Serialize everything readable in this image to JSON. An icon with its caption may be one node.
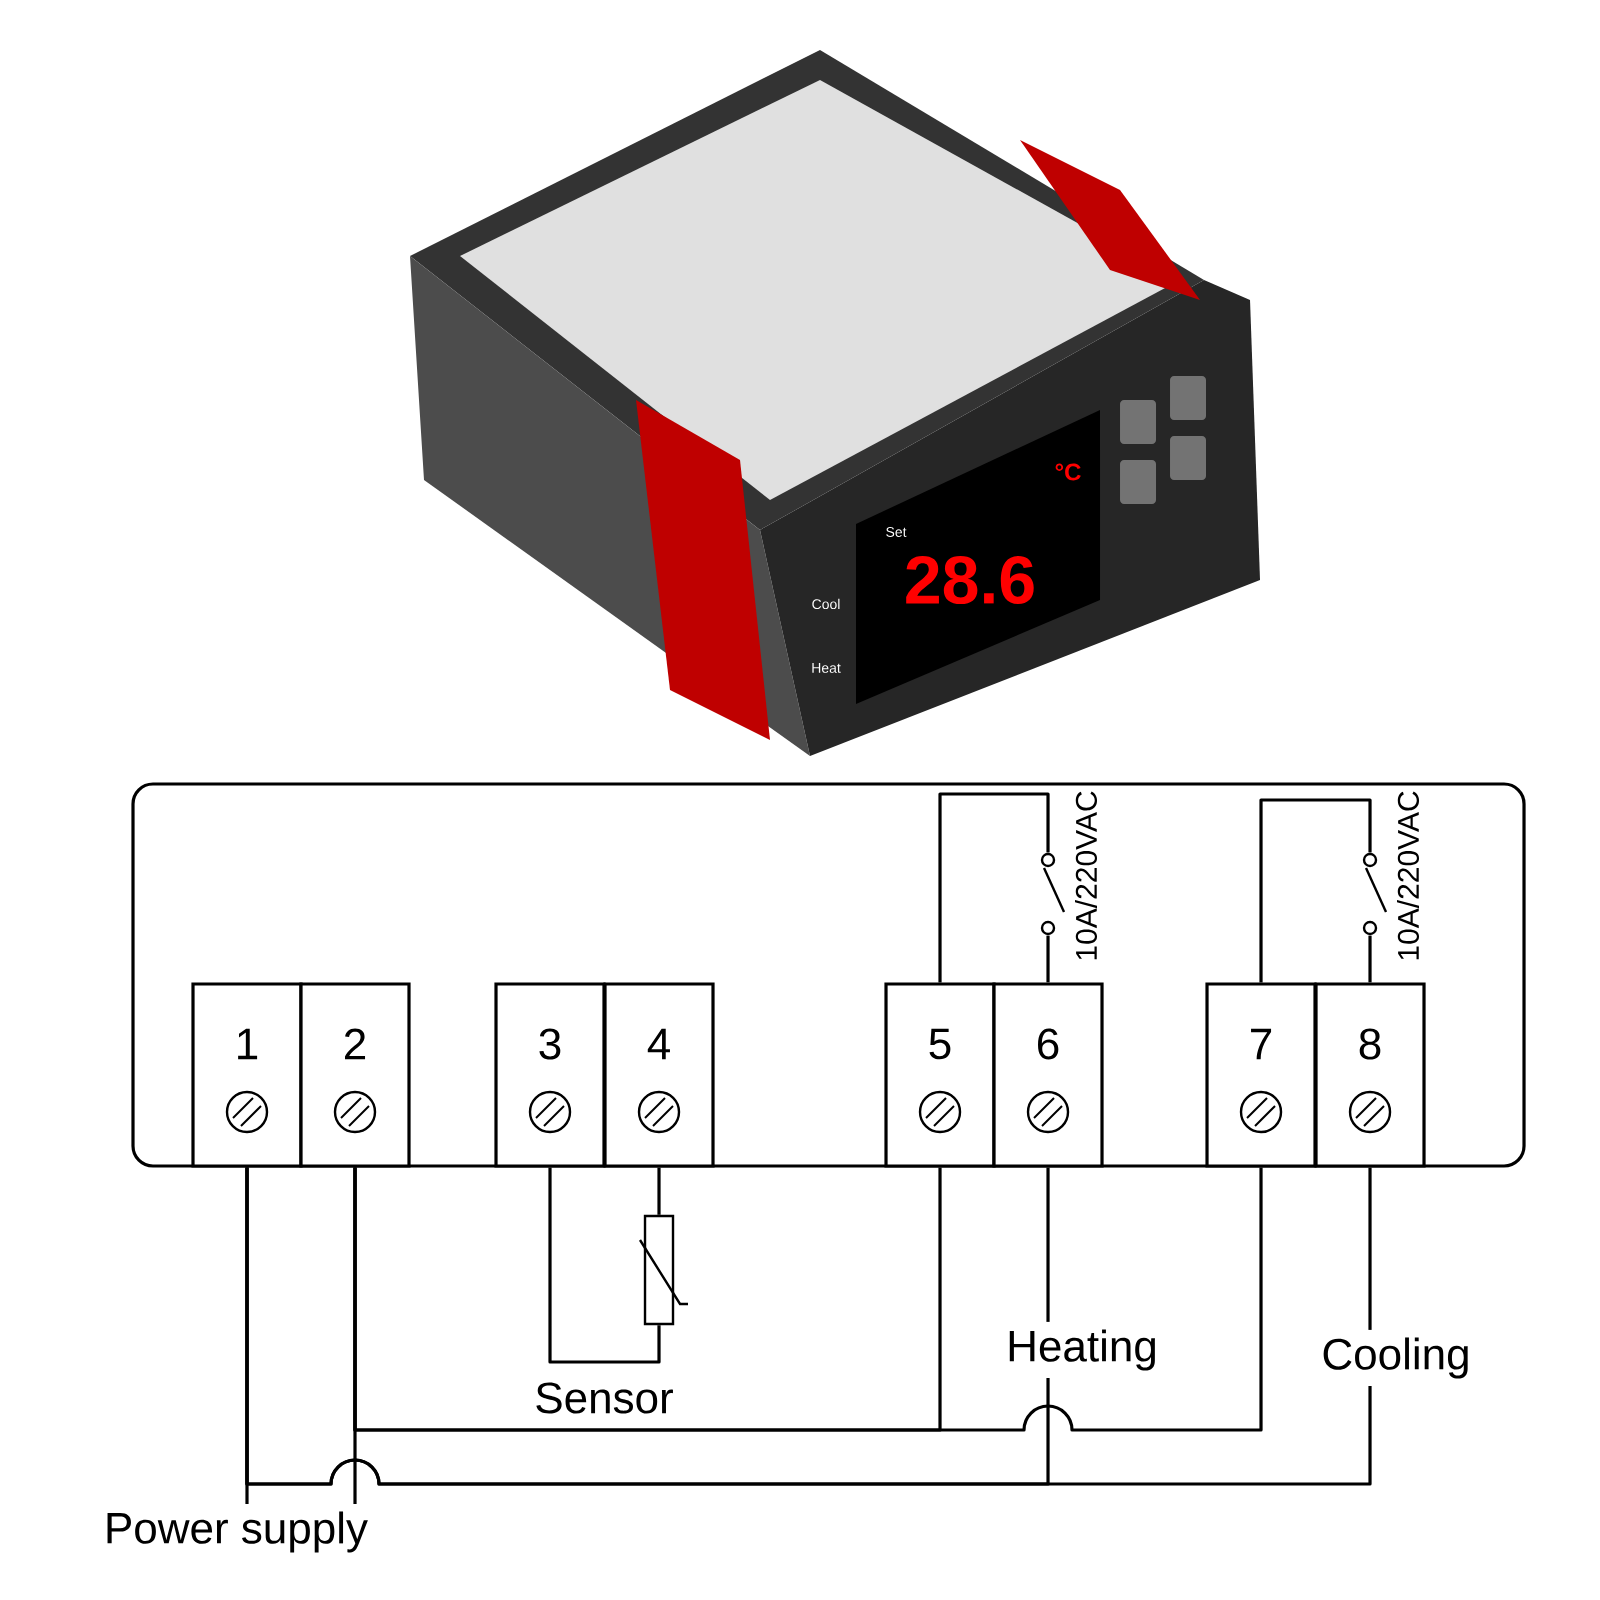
{
  "diagram": {
    "nodes": [
      {
        "text": [],
        "shape": "box"
      },
      {
        "text": [
          "1"
        ],
        "in": 0
      },
      {
        "text": [
          "2"
        ],
        "in": 0
      },
      {
        "text": [
          "3"
        ],
        "in": 0
      },
      {
        "text": [
          "4"
        ],
        "in": 0
      },
      {
        "text": [
          "5"
        ],
        "in": 0
      },
      {
        "text": [
          "6"
        ],
        "in": 0
      },
      {
        "text": [
          "7"
        ],
        "in": 0
      },
      {
        "text": [
          "8"
        ],
        "in": 0
      },
      {
        "text": [],
        "shape": "switch",
        "in": 0,
        "beside": [
          "10A/220VAC"
        ]
      },
      {
        "text": [],
        "shape": "switch",
        "in": 0,
        "beside": [
          "10A/220VAC"
        ]
      },
      {
        "text": [],
        "shape": "resistor",
        "beside": [
          "Sensor"
        ]
      },
      {
        "text": [
          "Heating"
        ]
      },
      {
        "text": [
          "Cooling"
        ]
      },
      {
        "text": [
          "Power supply"
        ]
      }
    ],
    "edges": [
      {
        "from": 5,
        "to": 9,
        "arrow": "none"
      },
      {
        "from": 9,
        "to": 6,
        "arrow": "none"
      },
      {
        "from": 7,
        "to": 10,
        "arrow": "none"
      },
      {
        "from": 10,
        "to": 8,
        "arrow": "none"
      },
      {
        "from": 3,
        "to": 11,
        "arrow": "none"
      },
      {
        "from": 4,
        "to": 11,
        "arrow": "none"
      },
      {
        "from": 6,
        "to": 12,
        "arrow": "none"
      },
      {
        "from": 8,
        "to": 13,
        "arrow": "none"
      },
      {
        "from": 1,
        "to": 14,
        "arrow": "none"
      },
      {
        "from": 2,
        "to": 14,
        "arrow": "none"
      },
      {
        "from": 2,
        "to": 5,
        "arrow": "none"
      },
      {
        "from": 2,
        "to": 7,
        "arrow": "none"
      },
      {
        "from": 1,
        "to": 12,
        "arrow": "none"
      },
      {
        "from": 1,
        "to": 13,
        "arrow": "none"
      }
    ],
    "labels": [
      "Set",
      "Cool",
      "Heat",
      "28.6",
      "°C"
    ]
  }
}
